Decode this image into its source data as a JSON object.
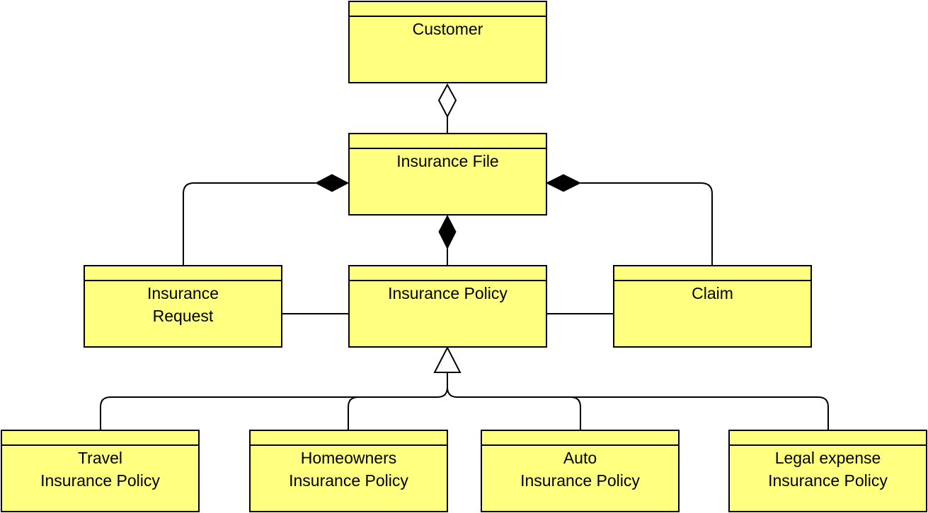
{
  "colors": {
    "box_fill": "#ffff80",
    "stroke": "#000000",
    "open_marker_fill": "#ffffff",
    "solid_marker_fill": "#000000"
  },
  "classes": {
    "customer": {
      "name": "Customer"
    },
    "insurance_file": {
      "name": "Insurance File"
    },
    "insurance_request": {
      "name": "Insurance\nRequest"
    },
    "insurance_policy": {
      "name": "Insurance Policy"
    },
    "claim": {
      "name": "Claim"
    },
    "travel_policy": {
      "name": "Travel\nInsurance Policy"
    },
    "homeowners_policy": {
      "name": "Homeowners\nInsurance Policy"
    },
    "auto_policy": {
      "name": "Auto\nInsurance Policy"
    },
    "legal_expense_policy": {
      "name": "Legal expense\nInsurance Policy"
    }
  },
  "relations": [
    {
      "type": "aggregation",
      "whole": "Customer",
      "part": "Insurance File"
    },
    {
      "type": "composition",
      "whole": "Insurance File",
      "part": "Insurance Request"
    },
    {
      "type": "composition",
      "whole": "Insurance File",
      "part": "Insurance Policy"
    },
    {
      "type": "composition",
      "whole": "Insurance File",
      "part": "Claim"
    },
    {
      "type": "association",
      "from": "Insurance Request",
      "to": "Insurance Policy"
    },
    {
      "type": "association",
      "from": "Insurance Policy",
      "to": "Claim"
    },
    {
      "type": "generalization",
      "parent": "Insurance Policy",
      "children": [
        "Travel Insurance Policy",
        "Homeowners Insurance Policy",
        "Auto Insurance Policy",
        "Legal expense Insurance Policy"
      ]
    }
  ]
}
